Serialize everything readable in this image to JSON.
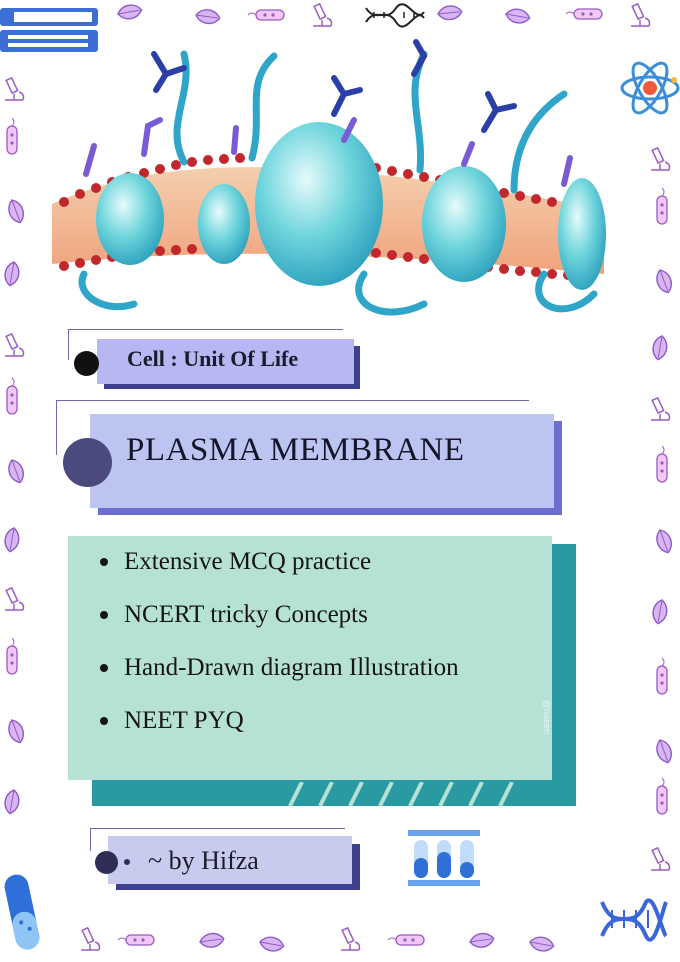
{
  "section_tag": "Cell : Unit Of Life",
  "title": "PLASMA MEMBRANE",
  "features": [
    "Extensive   MCQ   practice",
    "NCERT tricky Concepts",
    "Hand-Drawn diagram Illustration",
    "NEET PYQ"
  ],
  "author": "~ by Hifza",
  "watermark": "@naeen",
  "icons": {
    "top_left": "books-icon",
    "top_right": "atom-icon",
    "top_center": "dna-icon",
    "bottom_left": "capsule-icon",
    "bottom_right": "dna-icon",
    "bottom_center": "test-tubes-icon",
    "border": [
      "leaf-icon",
      "bacteria-icon",
      "microscope-icon"
    ]
  },
  "colors": {
    "lavender": "#b6b7f3",
    "indigo_shadow": "#3f3f8f",
    "teal_card": "#b5e2d5",
    "teal_dark": "#2a9aa2",
    "border_purple": "#b98ee0"
  }
}
